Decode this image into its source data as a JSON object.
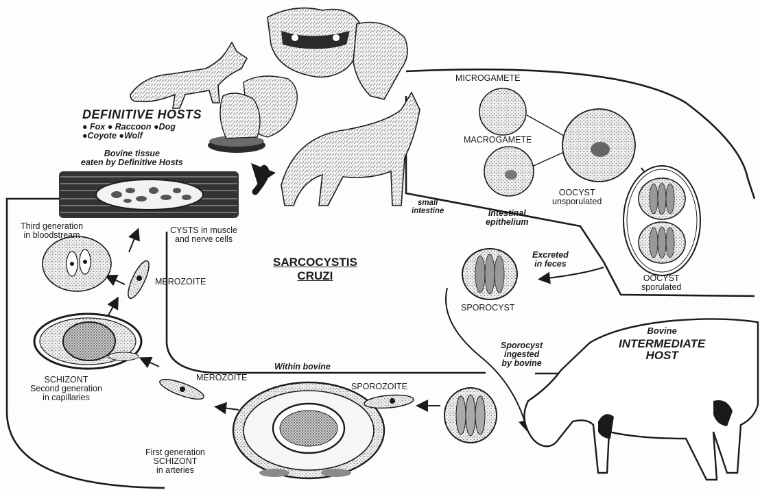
{
  "title": {
    "line1": "SARCOCYSTIS",
    "line2": "CRUZI"
  },
  "definitive": {
    "heading": "DEFINITIVE HOSTS",
    "row1": "● Fox  ● Raccoon ●Dog",
    "row2": "●Coyote  ●Wolf"
  },
  "labels": {
    "bovine_tissue_1": "Bovine tissue",
    "bovine_tissue_2": "eaten by Definitive Hosts",
    "third_gen_1": "Third generation",
    "third_gen_2": "in bloodstream",
    "cysts_1": "CYSTS in muscle",
    "cysts_2": "and nerve cells",
    "merozoite_upper": "MEROZOITE",
    "schizont_1": "SCHIZONT",
    "schizont_2": "Second generation",
    "schizont_3": "in capillaries",
    "merozoite_lower": "MEROZOITE",
    "within_bovine": "Within bovine",
    "sporozoite": "SPOROZOITE",
    "first_gen_1": "First generation",
    "first_gen_2": "SCHIZONT",
    "first_gen_3": "in arteries",
    "microgamete": "MICROGAMETE",
    "macrogamete": "MACROGAMETE",
    "oocyst_unspor_1": "OOCYST",
    "oocyst_unspor_2": "unsporulated",
    "small_intestine_1": "small",
    "small_intestine_2": "intestine",
    "intestinal_1": "Intestinal",
    "intestinal_2": "epithelium",
    "excreted_1": "Excreted",
    "excreted_2": "in feces",
    "oocyst_spor_1": "OOCYST",
    "oocyst_spor_2": "sporulated",
    "sporocyst": "SPOROCYST",
    "ingested_1": "Sporocyst",
    "ingested_2": "ingested",
    "ingested_3": "by bovine",
    "bovine_word": "Bovine",
    "intermediate_1": "INTERMEDIATE",
    "intermediate_2": "HOST"
  },
  "colors": {
    "ink": "#1a1a1a",
    "stipple": "#8a8a8a",
    "paper": "#fdfdfb"
  }
}
